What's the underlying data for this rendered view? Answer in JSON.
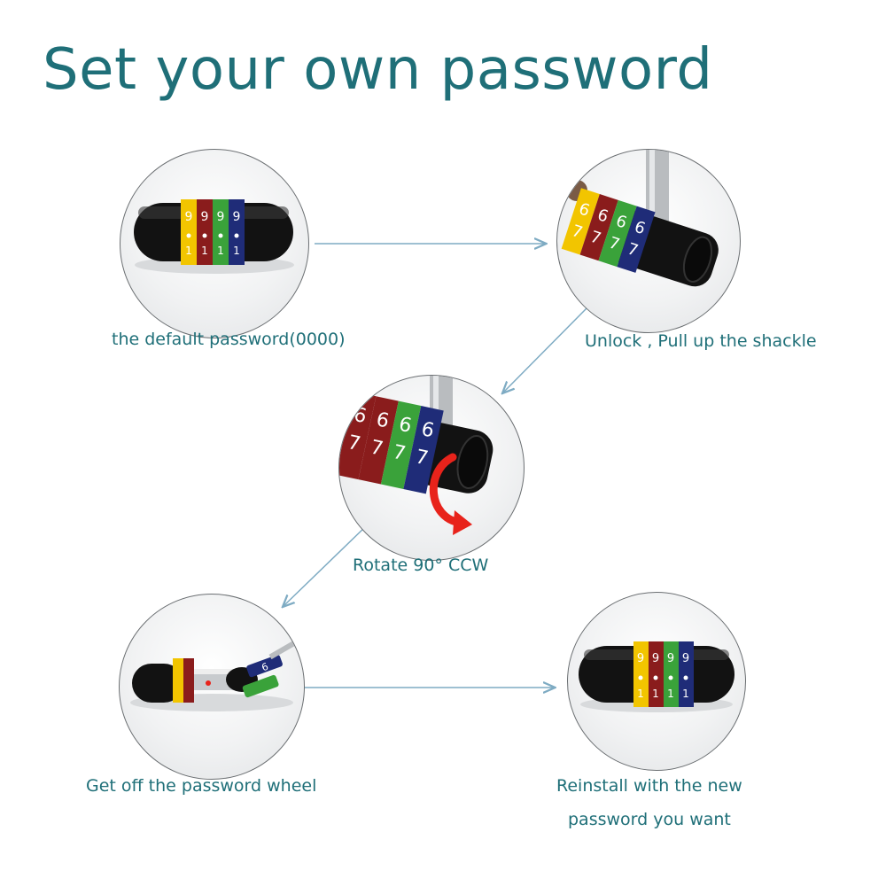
{
  "title": "Set your own password",
  "steps": [
    {
      "caption": "the default password(0000)"
    },
    {
      "caption": "Unlock , Pull up the shackle"
    },
    {
      "caption": "Rotate 90°  CCW"
    },
    {
      "caption": "Get off the password wheel"
    },
    {
      "caption_line1": "Reinstall with the new",
      "caption_line2": "password you want"
    }
  ],
  "colors": {
    "accent": "#1f6f78",
    "arrow": "#7eabc3",
    "wheel_yellow": "#f2c500",
    "wheel_red": "#8a1c1c",
    "wheel_green": "#3aa23a",
    "wheel_blue": "#1f2c78",
    "rotate_arrow": "#e8231b"
  }
}
